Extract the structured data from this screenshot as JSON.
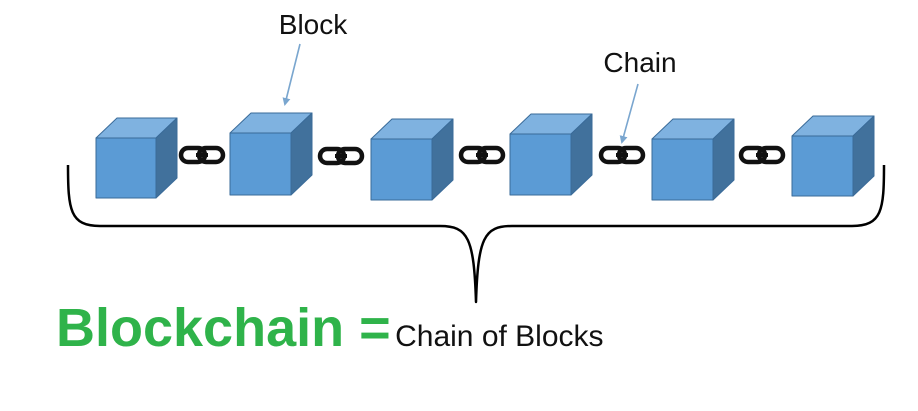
{
  "labels": {
    "block": "Block",
    "chain": "Chain"
  },
  "title": {
    "main": "Blockchain =",
    "sub": "Chain of Blocks"
  },
  "colors": {
    "block_front": "#5b9bd5",
    "block_top": "#7fb2e0",
    "block_side": "#41719c",
    "block_stroke": "#3a6b99",
    "title_green": "#2fb34a",
    "arrow": "#7aa6cf",
    "chain_link": "#111111",
    "brace": "#000000"
  },
  "blocks": [
    {
      "id": "block-1"
    },
    {
      "id": "block-2"
    },
    {
      "id": "block-3"
    },
    {
      "id": "block-4"
    },
    {
      "id": "block-5"
    },
    {
      "id": "block-6"
    }
  ],
  "chain_links": [
    {
      "id": "link-1"
    },
    {
      "id": "link-2"
    },
    {
      "id": "link-3"
    },
    {
      "id": "link-4"
    },
    {
      "id": "link-5"
    }
  ]
}
